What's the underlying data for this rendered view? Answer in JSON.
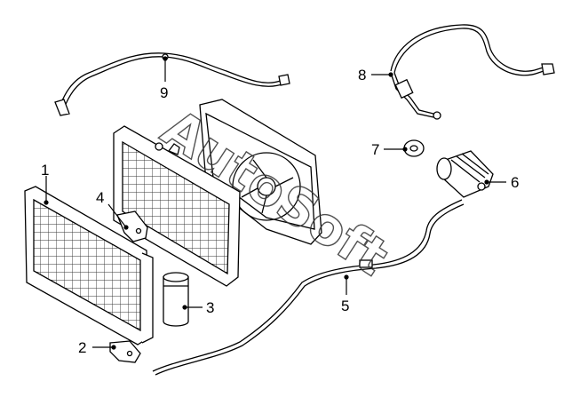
{
  "watermark": {
    "text": "AutoSoft"
  },
  "callouts": [
    {
      "id": "1",
      "label": "1",
      "part": "condenser"
    },
    {
      "id": "2",
      "label": "2",
      "part": "lower-bracket"
    },
    {
      "id": "3",
      "label": "3",
      "part": "receiver-drier"
    },
    {
      "id": "4",
      "label": "4",
      "part": "upper-bracket"
    },
    {
      "id": "5",
      "label": "5",
      "part": "liquid-line"
    },
    {
      "id": "6",
      "label": "6",
      "part": "compressor"
    },
    {
      "id": "7",
      "label": "7",
      "part": "pulley-clutch"
    },
    {
      "id": "8",
      "label": "8",
      "part": "suction-hose"
    },
    {
      "id": "9",
      "label": "9",
      "part": "discharge-hose"
    }
  ],
  "colors": {
    "line": "#000000",
    "hatch": "#333333",
    "background": "#ffffff"
  }
}
